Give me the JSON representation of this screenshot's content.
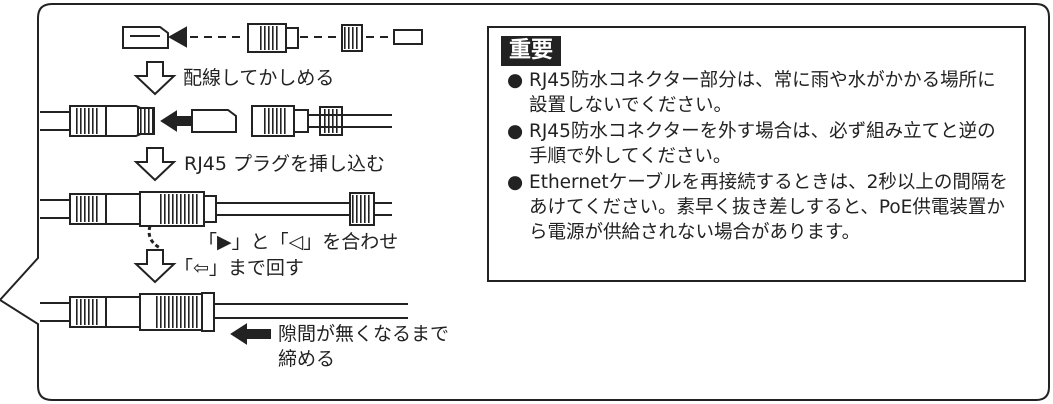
{
  "steps": {
    "step1": "配線してかしめる",
    "step2": "RJ45 プラグを挿し込む",
    "step3_line1": "「▶」と「◁」を合わせ",
    "step3_line2": "「⇦」まで回す",
    "step4_line1": "隙間が無くなるまで",
    "step4_line2": "締める"
  },
  "note": {
    "heading": "重要",
    "bullet": "●",
    "items": [
      "RJ45防水コネクター部分は、常に雨や水がかかる場所に設置しないでください。",
      "RJ45防水コネクターを外す場合は、必ず組み立てと逆の手順で外してください。",
      "Ethernetケーブルを再接続するときは、2秒以上の間隔をあけてください。素早く抜き差しすると、PoE供電装置から電源が供給されない場合があります。"
    ]
  },
  "icons": [
    "arrow-down-icon",
    "arrow-left-icon",
    "rotate-arrow-icon"
  ],
  "colors": {
    "line": "#222222",
    "fill": "#ffffff",
    "heading_bg": "#222222"
  }
}
